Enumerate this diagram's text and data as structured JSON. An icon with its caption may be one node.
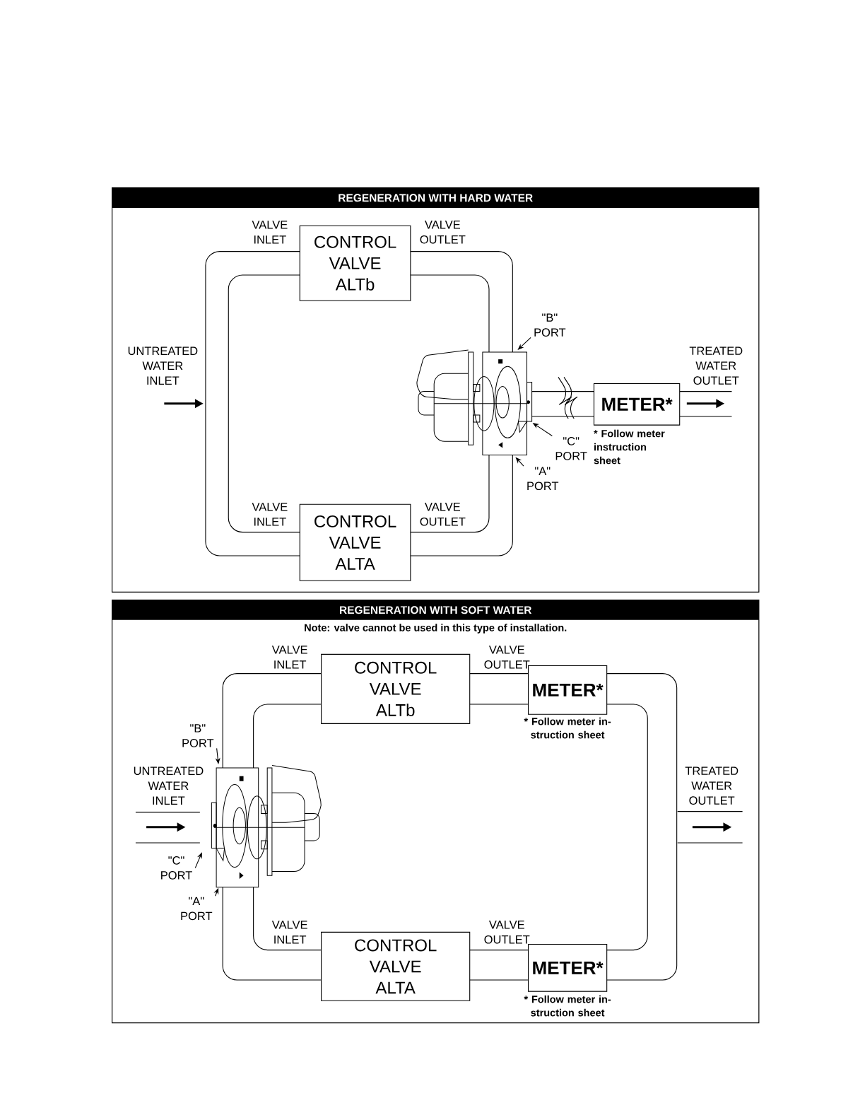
{
  "diagram": {
    "nodes": [
      {
        "text": [
          "REGENERATION WITH HARD WATER"
        ]
      },
      {
        "text": [
          "CONTROL VALVE ALTb"
        ],
        "in": 0
      },
      {
        "text": [
          "\"B\" PORT"
        ],
        "in": 0
      },
      {
        "text": [],
        "shape": "picture",
        "in": 0
      },
      {
        "text": [
          "METER*"
        ],
        "beside": [
          "* Follow meter instruction sheet"
        ],
        "in": 0
      },
      {
        "text": [
          "\"C\" PORT"
        ],
        "in": 0
      },
      {
        "text": [
          "\"A\" PORT"
        ],
        "in": 0
      },
      {
        "text": [
          "CONTROL VALVE ALTA"
        ],
        "in": 0
      },
      {
        "text": [
          "REGENERATION WITH SOFT WATER"
        ]
      },
      {
        "text": [
          "CONTROL VALVE ALTb"
        ],
        "in": 8
      },
      {
        "text": [
          "METER*"
        ],
        "beside": [
          "* Follow meter in-struction sheet"
        ],
        "in": 8
      },
      {
        "text": [
          "\"B\" PORT"
        ],
        "in": 8
      },
      {
        "text": [],
        "shape": "picture",
        "in": 8
      },
      {
        "text": [
          "\"C\" PORT"
        ],
        "in": 8
      },
      {
        "text": [
          "\"A\" PORT"
        ],
        "in": 8
      },
      {
        "text": [
          "CONTROL VALVE ALTA"
        ],
        "in": 8
      },
      {
        "text": [
          "METER*"
        ],
        "beside": [
          "* Follow meter in-struction sheet"
        ],
        "in": 8
      }
    ],
    "edges": [
      {
        "from": 1,
        "to": 7,
        "arrow": "none"
      },
      {
        "from": 1,
        "to": 3,
        "arrow": "none"
      },
      {
        "from": 7,
        "to": 3,
        "arrow": "none"
      },
      {
        "from": 3,
        "to": 4,
        "arrow": "none"
      },
      {
        "from": 2,
        "to": 3,
        "arrow": "to"
      },
      {
        "from": 5,
        "to": 3,
        "arrow": "to"
      },
      {
        "from": 6,
        "to": 3,
        "arrow": "to"
      },
      {
        "from": 12,
        "to": 9,
        "arrow": "none"
      },
      {
        "from": 12,
        "to": 15,
        "arrow": "none"
      },
      {
        "from": 9,
        "to": 10,
        "arrow": "none"
      },
      {
        "from": 10,
        "to": 16,
        "arrow": "none"
      },
      {
        "from": 16,
        "to": 15,
        "arrow": "none"
      },
      {
        "from": 11,
        "to": 12,
        "arrow": "to"
      },
      {
        "from": 13,
        "to": 12,
        "arrow": "to"
      },
      {
        "from": 14,
        "to": 12,
        "arrow": "to"
      }
    ],
    "labels": [
      "VALVE INLET",
      "VALVE OUTLET",
      "UNTREATED WATER INLET",
      "TREATED WATER OUTLET",
      "VALVE INLET",
      "VALVE OUTLET",
      "Note: valve cannot be used in this type of installation.",
      "VALVE INLET",
      "VALVE OUTLET",
      "UNTREATED WATER INLET",
      "TREATED WATER OUTLET",
      "VALVE INLET",
      "VALVE OUTLET"
    ]
  }
}
